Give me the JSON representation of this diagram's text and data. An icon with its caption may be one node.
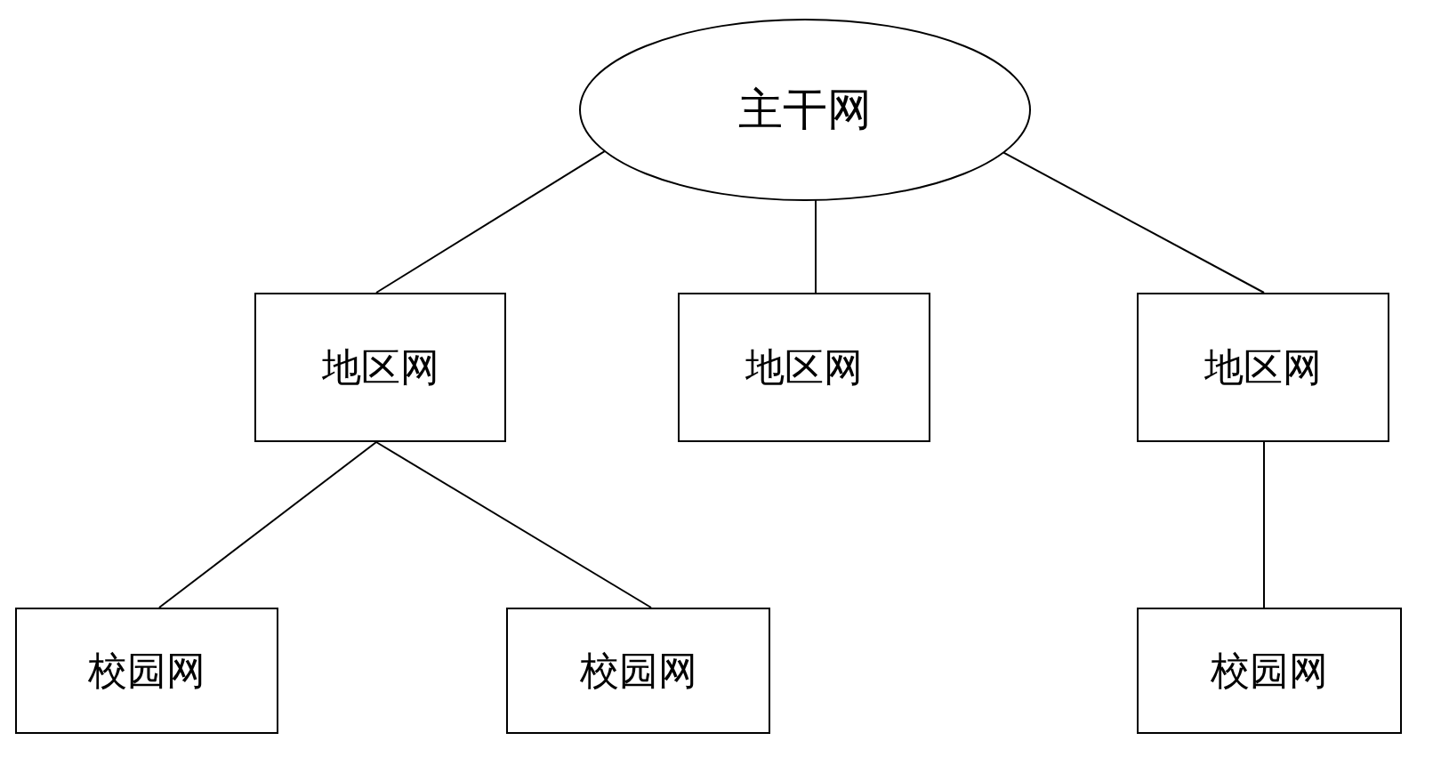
{
  "diagram": {
    "nodes": [
      {
        "text": [
          "主干网"
        ]
      },
      {
        "text": [
          "地区网"
        ]
      },
      {
        "text": [
          "地区网"
        ]
      },
      {
        "text": [
          "地区网"
        ]
      },
      {
        "text": [
          "校园网"
        ]
      },
      {
        "text": [
          "校园网"
        ]
      },
      {
        "text": [
          "校园网"
        ]
      }
    ],
    "edges": [
      {
        "from": 0,
        "to": 1,
        "arrow": "none"
      },
      {
        "from": 0,
        "to": 2,
        "arrow": "none"
      },
      {
        "from": 0,
        "to": 3,
        "arrow": "none"
      },
      {
        "from": 1,
        "to": 4,
        "arrow": "none"
      },
      {
        "from": 1,
        "to": 5,
        "arrow": "none"
      },
      {
        "from": 3,
        "to": 6,
        "arrow": "none"
      }
    ]
  }
}
